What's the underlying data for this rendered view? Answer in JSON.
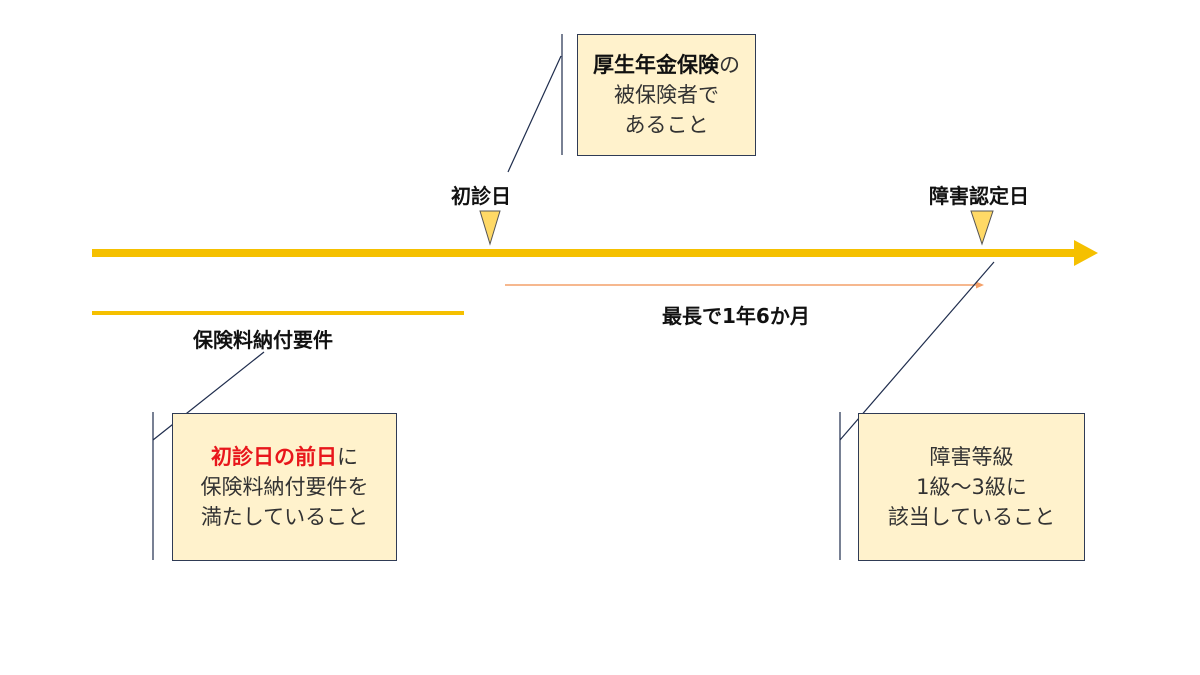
{
  "colors": {
    "timeline": "#f5c000",
    "marker": "#ffd966",
    "arrow_span": "#f4a16a",
    "box_fill": "#fff2cc",
    "leader": "#1f2d4d",
    "emphasis": "#e8161b"
  },
  "timeline": {
    "marker_first": "初診日",
    "marker_recognition": "障害認定日",
    "span_label": "最長で1年6か月",
    "payment_label": "保険料納付要件"
  },
  "box_insured": {
    "bold": "厚生年金保険",
    "rest": "の",
    "line2": "被保険者で",
    "line3": "あること"
  },
  "box_payment": {
    "red": "初診日の前日",
    "rest": "に",
    "line2": "保険料納付要件を",
    "line3": "満たしていること"
  },
  "box_grade": {
    "line1": "障害等級",
    "line2": "1級〜3級に",
    "line3": "該当していること"
  }
}
